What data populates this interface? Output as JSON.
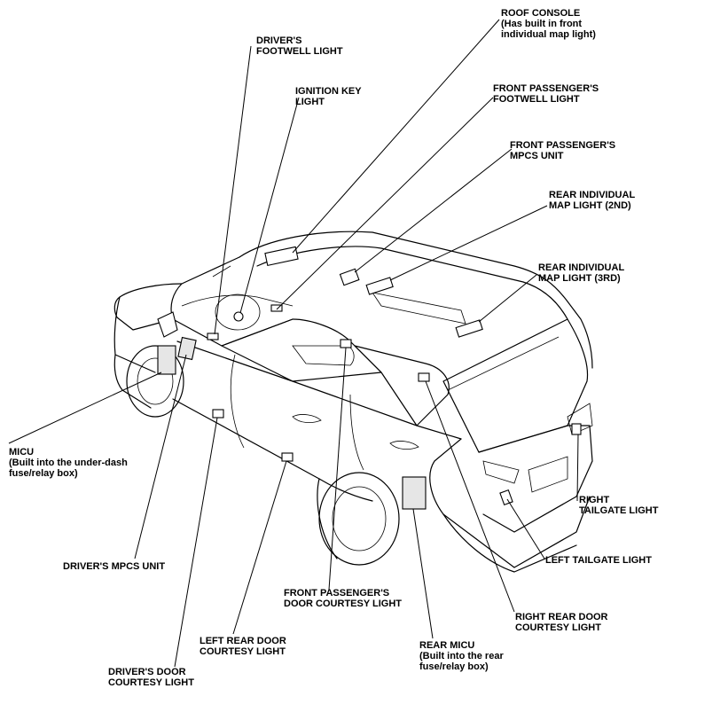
{
  "labels": {
    "roof_console": {
      "line1": "ROOF CONSOLE",
      "line2": "(Has built in front",
      "line3": "individual map light)"
    },
    "drivers_footwell": {
      "line1": "DRIVER'S",
      "line2": "FOOTWELL LIGHT"
    },
    "ignition_key": {
      "line1": "IGNITION KEY",
      "line2": "LIGHT"
    },
    "front_pass_footwell": {
      "line1": "FRONT PASSENGER'S",
      "line2": "FOOTWELL LIGHT"
    },
    "front_pass_mpcs": {
      "line1": "FRONT PASSENGER'S",
      "line2": "MPCS UNIT"
    },
    "rear_map_2nd": {
      "line1": "REAR INDIVIDUAL",
      "line2": "MAP LIGHT (2ND)"
    },
    "rear_map_3rd": {
      "line1": "REAR INDIVIDUAL",
      "line2": "MAP LIGHT (3RD)"
    },
    "micu": {
      "line1": "MICU",
      "line2": "(Built into the under-dash",
      "line3": "fuse/relay box)"
    },
    "drivers_mpcs": {
      "line1": "DRIVER'S MPCS UNIT"
    },
    "right_tailgate": {
      "line1": "RIGHT",
      "line2": "TAILGATE LIGHT"
    },
    "left_tailgate": {
      "line1": "LEFT TAILGATE LIGHT"
    },
    "front_pass_door": {
      "line1": "FRONT PASSENGER'S",
      "line2": "DOOR COURTESY LIGHT"
    },
    "right_rear_door": {
      "line1": "RIGHT REAR DOOR",
      "line2": "COURTESY LIGHT"
    },
    "left_rear_door": {
      "line1": "LEFT REAR DOOR",
      "line2": "COURTESY LIGHT"
    },
    "rear_micu": {
      "line1": "REAR MICU",
      "line2": "(Built into the rear",
      "line3": "fuse/relay box)"
    },
    "drivers_door": {
      "line1": "DRIVER'S DOOR",
      "line2": "COURTESY LIGHT"
    }
  }
}
